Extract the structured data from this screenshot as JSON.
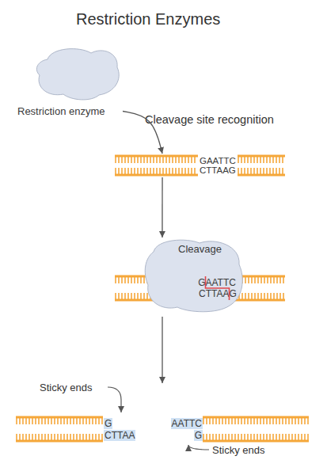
{
  "diagram": {
    "title": "Restriction Enzymes",
    "nodes": [
      {
        "text": [
          "Restriction enzyme"
        ]
      },
      {
        "text": [
          "GAATTC",
          "CTTAAG"
        ]
      },
      {
        "text": [
          "G",
          "AATTC",
          "CTTAA",
          "G"
        ]
      },
      {
        "text": [
          "Cleavage"
        ]
      },
      {
        "text": [
          "G",
          "CTTAA"
        ]
      },
      {
        "text": [
          "AATTC",
          "G"
        ]
      }
    ],
    "edges": [
      {
        "from": 0,
        "to": 1,
        "label": "Cleavage site recognition",
        "arrow": "to"
      },
      {
        "from": 1,
        "to": 3,
        "arrow": "to"
      }
    ],
    "labels": [
      "Sticky ends",
      "Sticky ends"
    ]
  }
}
